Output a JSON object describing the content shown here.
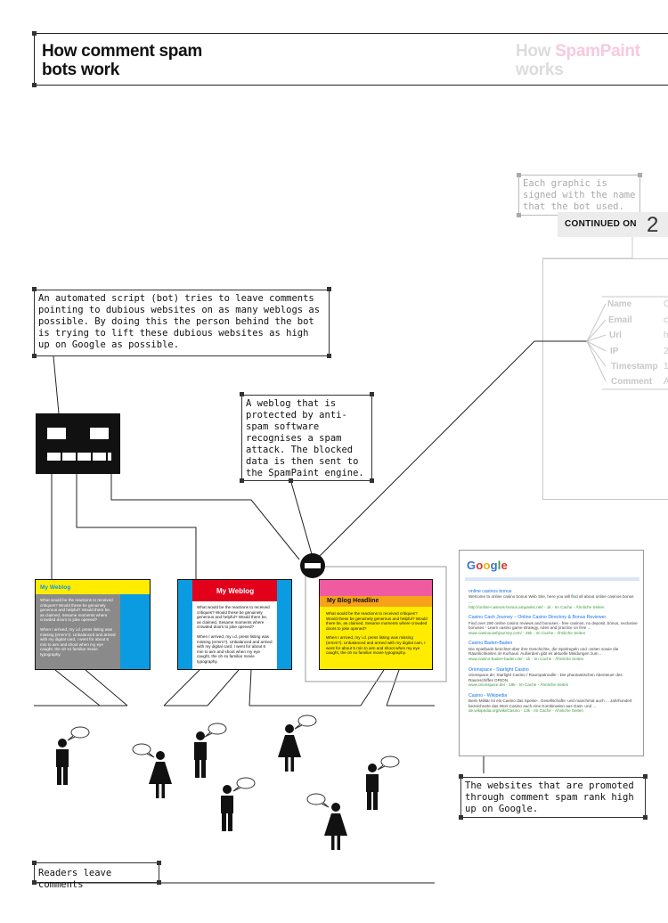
{
  "header": {
    "title_line1": "How comment spam",
    "title_line2": "bots work",
    "next_title_line1_a": "How ",
    "next_title_line1_b": "SpamPaint",
    "next_title_line2": "works"
  },
  "side_note": {
    "text": "Each graphic is signed with the name that the bot used.",
    "continued_label": "CONTINUED ON",
    "continued_page": "2"
  },
  "form_fields": [
    "Name",
    "Email",
    "Url",
    "IP",
    "Timestamp",
    "Comment"
  ],
  "form_values": [
    "C",
    "c",
    "h",
    "2",
    "1",
    "A"
  ],
  "notes": {
    "bot": "An automated script (bot) tries to leave comments pointing to dubious websites on as many weblogs as possible.  By doing this the person behind the bot is trying to lift these dubious websites as high up on Google as possible.",
    "protected": "A weblog that is protected by anti-spam software recognises a spam attack. The blocked data is then sent to the SpamPaint engine.",
    "websites": "The websites that are promoted through comment spam rank high up on Google.",
    "readers": "Readers leave comments"
  },
  "blogs": [
    {
      "title": "My Weblog",
      "para1": "What would be the reactions to received critiques? Would these be genuinely generous and helpful? Would there be, as claimed, Sesame moments where crowded doors to joke opened?",
      "para2": "When I arrived, my i.d. press listing was missing (ermm?). Unbalanced and armed with my digital card, I went for about 6 min to aim and shoot when my eye caught, the oh so familiar movie typography."
    },
    {
      "title": "My Weblog",
      "para1": "What would be the reactions to received critiques? Would these be genuinely generous and helpful? Would there be, as claimed, Sesame moments where crowded doors to joke opened?",
      "para2": "When I arrived, my i.d. press listing was missing (ermm?). Unbalanced and armed with my digital card, I went for about 6 min to aim and shoot when my eye caught, the oh so familiar movie typography."
    },
    {
      "title": "My Blog Headline",
      "para1": "What would be the reactions to received critiques? Would these be genuinely generous and helpful? Would there be, as claimed, Sesame moments where crowded doors to joke opened?",
      "para2": "When I arrived, my i.d. press listing was missing (ermm?). Unbalanced and armed with my digital cam, I went for about 5 min to aim and shoot when my eye caught, the oh so familiar movie typography."
    }
  ],
  "google": {
    "logo_letters": [
      "G",
      "o",
      "o",
      "g",
      "l",
      "e"
    ],
    "logo_colors": [
      "#3b6fd6",
      "#d9342b",
      "#e8b300",
      "#3b6fd6",
      "#2f9e44",
      "#d9342b"
    ],
    "results": [
      {
        "title": "online casinos bonus",
        "body": "Welcome to online casino bonus Web Site, here you will find all about online casinos bonus ...",
        "url": "http://online-casinos-bonus.ampanks.net/ - 1k - Im Cache - Ähnliche Seiten"
      },
      {
        "title": "Casino Cash Journey – Online Casino Directory & Bonus Reviewer",
        "body": "Find over 290 online casino reviews and bonuses - free casinos, no deposit, bonus, exclusive bonuses - Learn casino game strategy, rules and practice on free ...",
        "url": "www.casinocashjourney.com/ - 25k - Im Cache - Ähnliche Seiten"
      },
      {
        "title": "Casino Baden-Baden",
        "body": "Die Spielbank berichtet über ihre Geschichte, die Spielregeln und -zeiten sowie die Räumlichkeiten im Kurhaus. Außerdem gibt es aktuelle Meldungen zum ...",
        "url": "www.casino-baden-baden.de/ - 1k - Im Cache - Ähnliche Seiten"
      },
      {
        "title": "Orionspace - Starlight Casino",
        "body": "orionspace.de; Starlight Casino / Raumpatrouille - Die phantastischen Abenteuer des Raumschiffes ORION.",
        "url": "www.orionspace.de/ - 19k - Im Cache - Ähnliche Seiten"
      },
      {
        "title": "Casino - Wikipedia",
        "body": "Beim Militär ist ein Casino das Speise-, Gesellschafts- und manchmal auch ... Jahrhundert bezeichnete das Wort Casino auch eine Kombination aus Gast- und ...",
        "url": "de.wikipedia.org/wiki/Casino - 13k - Im Cache - Ähnliche Seiten"
      }
    ]
  },
  "colors": {
    "yellow": "#ffec00",
    "blue": "#0b9be0",
    "red": "#e3001b",
    "pink": "#f05aa0",
    "orange": "#f7a21a",
    "gray": "#8a8a8a",
    "ink": "#111111"
  }
}
